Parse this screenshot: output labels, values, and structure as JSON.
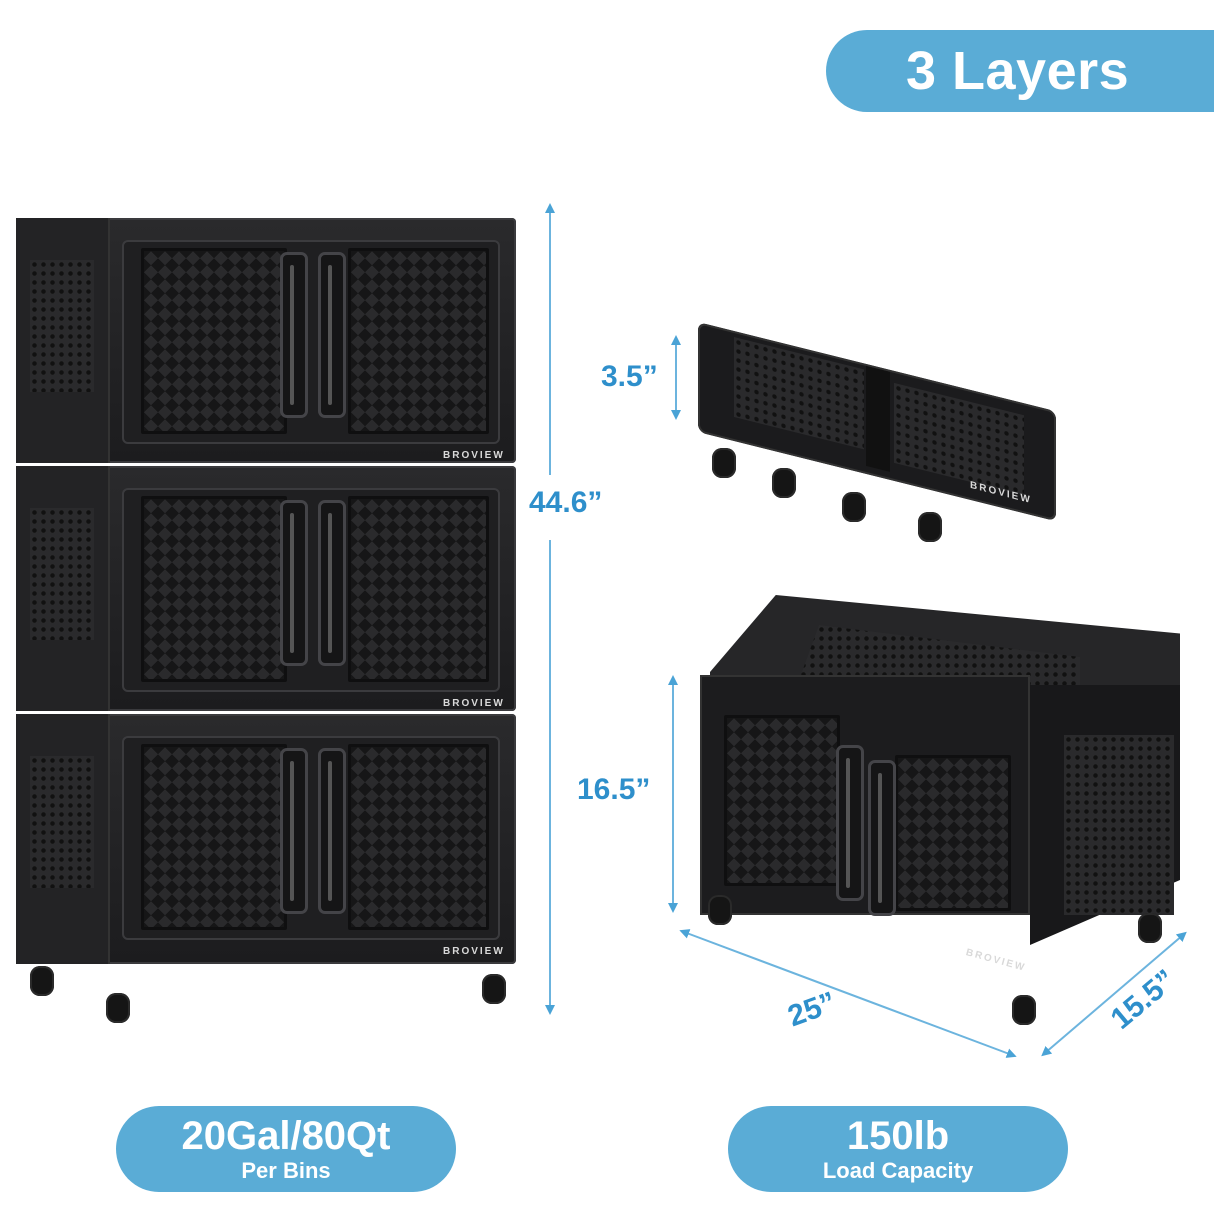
{
  "header": {
    "layers_badge": "3 Layers"
  },
  "brand": {
    "name": "BROVIEW"
  },
  "dimensions": {
    "total_height": "44.6”",
    "folded_height": "3.5”",
    "single_height": "16.5”",
    "width": "25”",
    "depth": "15.5”"
  },
  "badges": {
    "capacity": {
      "main": "20Gal/80Qt",
      "sub": "Per Bins"
    },
    "load": {
      "main": "150lb",
      "sub": "Load Capacity"
    }
  },
  "colors": {
    "badge_blue": "#5aacd6",
    "dimension_blue": "#2e8fcb",
    "product_black": "#1e1e20",
    "background": "#ffffff"
  }
}
